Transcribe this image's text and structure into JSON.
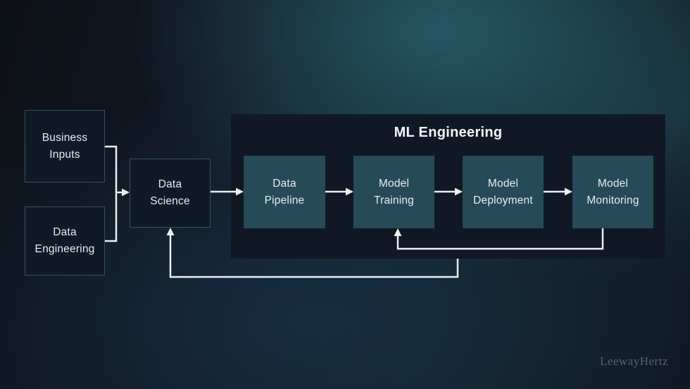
{
  "ml_group": {
    "title": "ML Engineering"
  },
  "nodes": {
    "business_inputs": {
      "label": "Business\nInputs"
    },
    "data_engineering": {
      "label": "Data\nEngineering"
    },
    "data_science": {
      "label": "Data\nScience"
    },
    "data_pipeline": {
      "label": "Data\nPipeline"
    },
    "model_training": {
      "label": "Model\nTraining"
    },
    "model_deployment": {
      "label": "Model\nDeployment"
    },
    "model_monitoring": {
      "label": "Model\nMonitoring"
    }
  },
  "watermark": "LeewayHertz",
  "colors": {
    "stage_box_fill": "#264a57",
    "group_fill": "#101826",
    "input_box_fill": "#101a27",
    "input_box_border": "#33515f",
    "connector": "#eeeeee",
    "title_text": "#f5f7f8",
    "node_text": "#e8edef",
    "watermark_text": "#5a6272"
  }
}
